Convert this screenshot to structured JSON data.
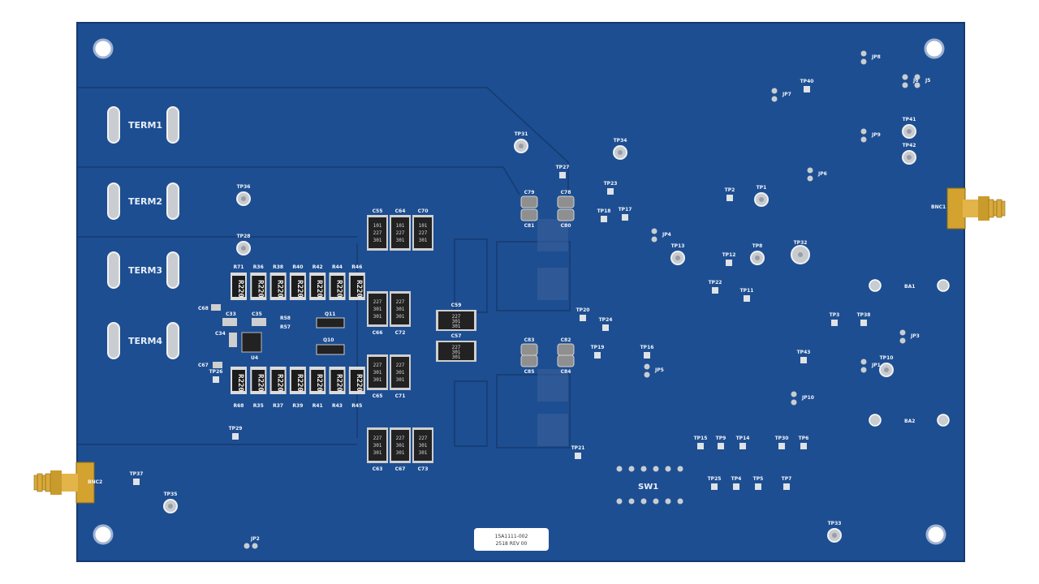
{
  "colors": {
    "pcb": "#1d4e91",
    "pcb_dark": "#173f78",
    "trace": "#163a6f",
    "silk": "#f2f5fb",
    "gold": "#d4a22e",
    "pad": "#b9bcc0",
    "component_body": "#1f1f1f"
  },
  "terminals": [
    "TERM1",
    "TERM2",
    "TERM3",
    "TERM4"
  ],
  "connectors": {
    "right": "BNC1",
    "left": "BNC2"
  },
  "switch_label": "SW1",
  "banana_labels": [
    "BA1",
    "BA2"
  ],
  "resistors_top": [
    {
      "ref": "R71",
      "value": "R220"
    },
    {
      "ref": "R36",
      "value": "R220"
    },
    {
      "ref": "R38",
      "value": "R220"
    },
    {
      "ref": "R40",
      "value": "R220"
    },
    {
      "ref": "R42",
      "value": "R220"
    },
    {
      "ref": "R44",
      "value": "R220"
    },
    {
      "ref": "R46",
      "value": "R220"
    }
  ],
  "resistors_bottom": [
    {
      "ref": "R68",
      "value": "R220"
    },
    {
      "ref": "R35",
      "value": "R220"
    },
    {
      "ref": "R37",
      "value": "R220"
    },
    {
      "ref": "R39",
      "value": "R220"
    },
    {
      "ref": "R41",
      "value": "R220"
    },
    {
      "ref": "R43",
      "value": "R220"
    },
    {
      "ref": "R45",
      "value": "R220"
    }
  ],
  "caps_top_row": [
    {
      "ref": "C55",
      "lines": [
        "101",
        "227",
        "301"
      ]
    },
    {
      "ref": "C64",
      "lines": [
        "101",
        "227",
        "301"
      ]
    },
    {
      "ref": "C70",
      "lines": [
        "101",
        "227",
        "301"
      ]
    }
  ],
  "caps_bottom_row": [
    {
      "ref": "C63",
      "lines": [
        "227",
        "301",
        "301"
      ]
    },
    {
      "ref": "C67",
      "lines": [
        "227",
        "301",
        "301"
      ]
    },
    {
      "ref": "C73",
      "lines": [
        "227",
        "301",
        "301"
      ]
    }
  ],
  "caps_mid_left": [
    {
      "ref": "C66",
      "lines": [
        "227",
        "301",
        "301"
      ]
    },
    {
      "ref": "C72",
      "lines": [
        "227",
        "301",
        "301"
      ]
    },
    {
      "ref": "C65",
      "lines": [
        "227",
        "301",
        "301"
      ]
    },
    {
      "ref": "C71",
      "lines": [
        "227",
        "301",
        "301"
      ]
    }
  ],
  "caps_mid_right": [
    {
      "ref": "C59",
      "lines": [
        "227",
        "301",
        "301"
      ]
    },
    {
      "ref": "C57",
      "lines": [
        "227",
        "301",
        "301"
      ]
    }
  ],
  "small_caps": [
    "C79",
    "C78",
    "C81",
    "C80",
    "C83",
    "C82",
    "C85",
    "C84"
  ],
  "ic_labels": [
    "U4",
    "Q11",
    "Q10",
    "C33",
    "C35",
    "C34",
    "C68",
    "C67",
    "R58",
    "R57"
  ],
  "testpoints": [
    "TP31",
    "TP34",
    "TP27",
    "TP36",
    "TP28",
    "TP2",
    "TP1",
    "TP23",
    "TP17",
    "TP18",
    "TP13",
    "TP8",
    "TP32",
    "TP22",
    "TP12",
    "TP11",
    "TP20",
    "TP24",
    "TP19",
    "TP16",
    "TP43",
    "TP10",
    "TP21",
    "TP15",
    "TP9",
    "TP14",
    "TP30",
    "TP6",
    "TP25",
    "TP4",
    "TP5",
    "TP7",
    "TP33",
    "TP37",
    "TP35",
    "TP29",
    "TP26",
    "TP3",
    "TP41",
    "TP42",
    "TP40",
    "TP38"
  ],
  "jumpers": [
    "JP1",
    "JP2",
    "JP3",
    "JP4",
    "JP5",
    "JP6",
    "JP7",
    "JP8",
    "JP9",
    "JP10",
    "J6",
    "J5"
  ],
  "rev_sticker": {
    "line1": "15A1111-002",
    "line2": "2518 REV 00"
  }
}
